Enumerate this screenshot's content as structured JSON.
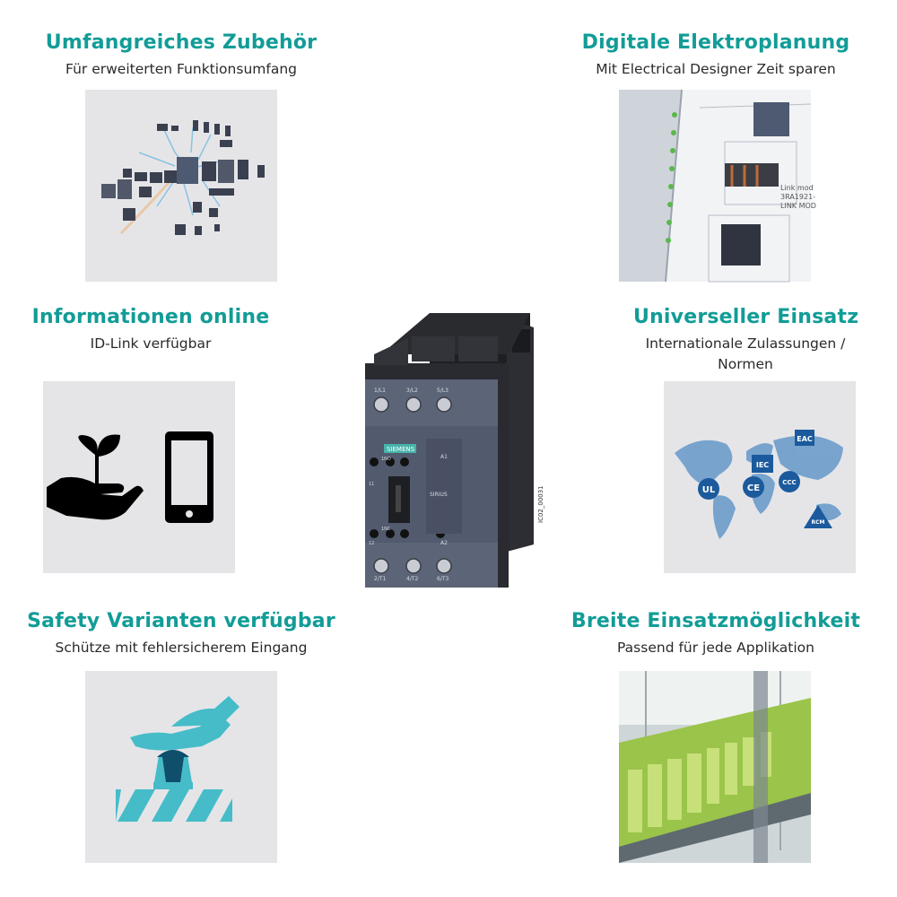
{
  "features": [
    {
      "id": "accessories",
      "title": "Umfangreiches Zubehör",
      "subtitle": "Für erweiterten Funktionsumfang"
    },
    {
      "id": "digital",
      "title": "Digitale Elektroplanung",
      "subtitle": "Mit Electrical Designer Zeit sparen"
    },
    {
      "id": "info",
      "title": "Informationen online",
      "subtitle": "ID-Link verfügbar"
    },
    {
      "id": "universal",
      "title": "Universeller Einsatz",
      "subtitle": "Internationale Zulassungen / Normen"
    },
    {
      "id": "safety",
      "title": "Safety Varianten verfügbar",
      "subtitle": "Schütze mit fehlersicherem Eingang"
    },
    {
      "id": "wide",
      "title": "Breite Einsatzmöglichkeit",
      "subtitle": "Passend für jede Applikation"
    }
  ],
  "product": {
    "brand": "SIEMENS",
    "series": "SIRIUS",
    "image_code": "IC02_00031",
    "terminals_top": [
      "1/L1",
      "3/L2",
      "5/L3"
    ],
    "terminals_bottom": [
      "2/T1",
      "4/T2",
      "6/T3"
    ],
    "aux_labels": [
      "A1",
      "A2",
      "11",
      "12"
    ],
    "coil_labels": [
      "1NO",
      "1NC"
    ]
  },
  "digital_image": {
    "link_text": [
      "Link mod",
      "3RA1921-",
      "LINK MOD"
    ]
  },
  "certifications": [
    "UL",
    "CE",
    "IEC",
    "EAC",
    "CCC",
    "RCM"
  ],
  "colors": {
    "heading": "#129c97",
    "circle_bg": "#e5e5e8",
    "icon_teal": "#46bcc8",
    "product_face": "#5c6478",
    "product_dark": "#2a2b2f"
  }
}
